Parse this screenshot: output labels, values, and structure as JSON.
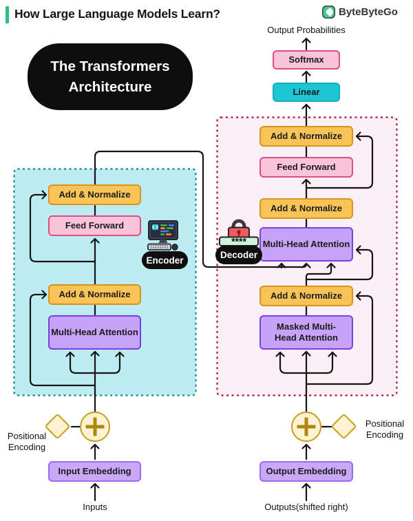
{
  "header": {
    "title": "How Large Language Models Learn?",
    "brand": "ByteByteGo"
  },
  "banner": {
    "title": "The Transformers Architecture"
  },
  "top": {
    "output_probabilities": "Output Probabilities",
    "softmax": "Softmax",
    "linear": "Linear"
  },
  "encoder": {
    "badge": "Encoder",
    "add_normalize_top": "Add & Normalize",
    "feed_forward": "Feed Forward",
    "add_normalize_bottom": "Add & Normalize",
    "multi_head_attention": "Multi-Head Attention"
  },
  "decoder": {
    "badge": "Decoder",
    "password": "****",
    "add_normalize_top": "Add & Normalize",
    "feed_forward": "Feed Forward",
    "add_normalize_mid": "Add & Normalize",
    "multi_head_attention": "Multi-Head Attention",
    "add_normalize_bottom": "Add & Normalize",
    "masked_multi_head_attention": "Masked Multi-Head Attention"
  },
  "bottom_left": {
    "positional_encoding": "Positional Encoding",
    "embedding": "Input Embedding",
    "source": "Inputs"
  },
  "bottom_right": {
    "positional_encoding": "Positional Encoding",
    "embedding": "Output Embedding",
    "source": "Outputs(shifted right)"
  },
  "colors": {
    "accent_green": "#2FBE7E",
    "banner_bg": "#0E0E0E",
    "line": "#141414",
    "box_orange_fill": "#F9C457",
    "box_orange_border": "#D8941F",
    "box_pink_fill": "#F9C4D9",
    "box_pink_border": "#DD4D7E",
    "box_purple_fill": "#C6A3F6",
    "box_purple_border": "#7A3FE0",
    "embed_purple_fill": "#CAA8F9",
    "embed_purple_border": "#9B6BF2",
    "cyan_fill": "#1EC6D3",
    "cyan_border": "#14AFBD",
    "encoder_bg": "#BCEDF3",
    "encoder_border": "#12808F",
    "decoder_bg": "#FCEFF5",
    "decoder_border": "#B01538",
    "gold_fill": "#FAF2D0",
    "gold_border": "#C59E1E",
    "gold_plus": "#AD8712"
  }
}
